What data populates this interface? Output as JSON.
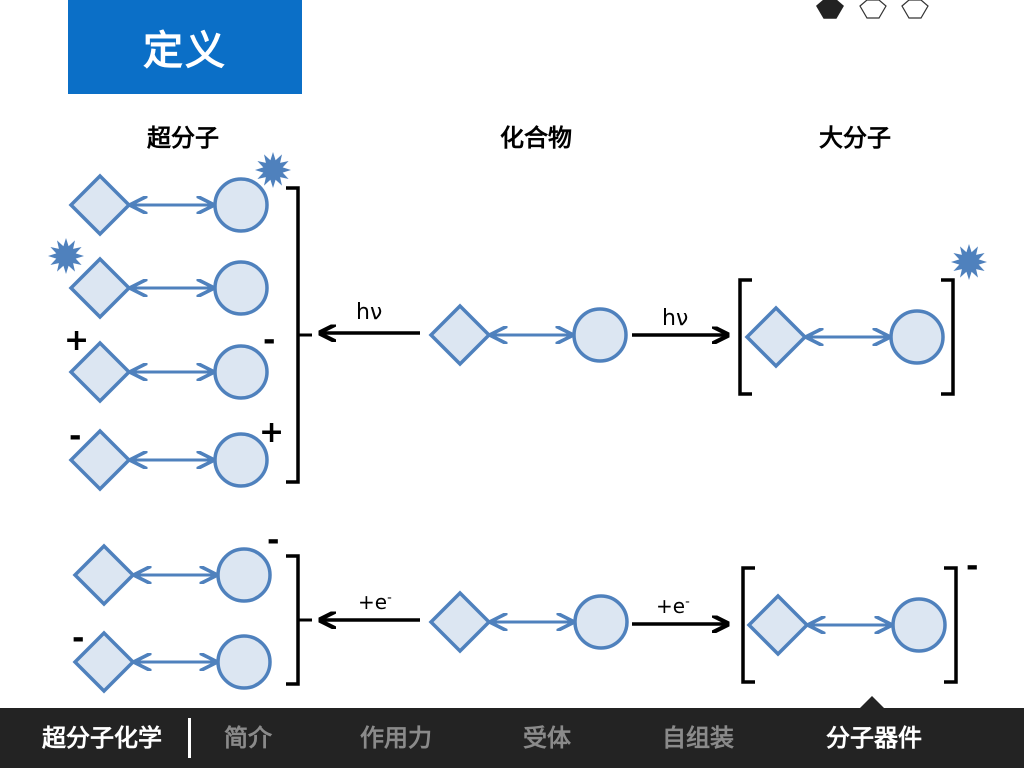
{
  "header": {
    "title": "定义"
  },
  "nav_hexagons": [
    {
      "icon": "filled-hexagon-icon",
      "state": "active"
    },
    {
      "icon": "outline-hexagon-icon",
      "state": "inactive"
    },
    {
      "icon": "outline-hexagon-icon",
      "state": "inactive"
    }
  ],
  "columns": {
    "left": "超分子",
    "middle": "化合物",
    "right": "大分子"
  },
  "labels": {
    "hv": "hν",
    "plus_e": "+e",
    "minus_sup": "-",
    "plus": "+",
    "minus": "-"
  },
  "footer": {
    "brand": "超分子化学",
    "items": [
      "简介",
      "作用力",
      "受体",
      "自组装",
      "分子器件"
    ],
    "active": "分子器件"
  },
  "colors": {
    "accent": "#0b6fc7",
    "shape_fill": "#dce6f2",
    "shape_stroke": "#4f81bd",
    "starburst": "#4f81bd",
    "footer_bg": "#232323"
  }
}
